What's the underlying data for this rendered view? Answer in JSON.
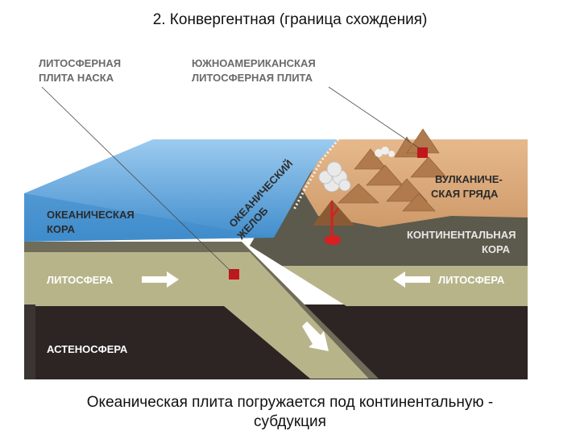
{
  "title": "2. Конвергентная (граница схождения)",
  "caption_line1": "Океаническая плита погружается под континентальную -",
  "caption_line2": "субдукция",
  "labels": {
    "nazca_line1": "ЛИТОСФЕРНАЯ",
    "nazca_line2": "ПЛИТА НАСКА",
    "samerica_line1": "ЮЖНОАМЕРИКАНСКАЯ",
    "samerica_line2": "ЛИТОСФЕРНАЯ ПЛИТА",
    "oceanic_crust_line1": "ОКЕАНИЧЕСКАЯ",
    "oceanic_crust_line2": "КОРА",
    "trench_line1": "ОКЕАНИЧЕСКИЙ",
    "trench_line2": "ЖЕЛОБ",
    "volcanic_line1": "ВУЛКАНИЧЕ-",
    "volcanic_line2": "СКАЯ ГРЯДА",
    "continental_line1": "КОНТИНЕНТАЛЬНАЯ",
    "continental_line2": "КОРА",
    "lithosphere_left": "ЛИТОСФЕРА",
    "lithosphere_right": "ЛИТОСФЕРА",
    "asthenosphere": "АСТЕНОСФЕРА"
  },
  "colors": {
    "ocean": "#5aa0d6",
    "land": "#d9a778",
    "lithosphere": "#b8b48a",
    "asthenosphere": "#2c2523",
    "crust_dark": "#5b5a4d",
    "magma": "#d91f1f",
    "label_grey": "#6a6a6a",
    "label_dark": "#2b2b2b"
  }
}
